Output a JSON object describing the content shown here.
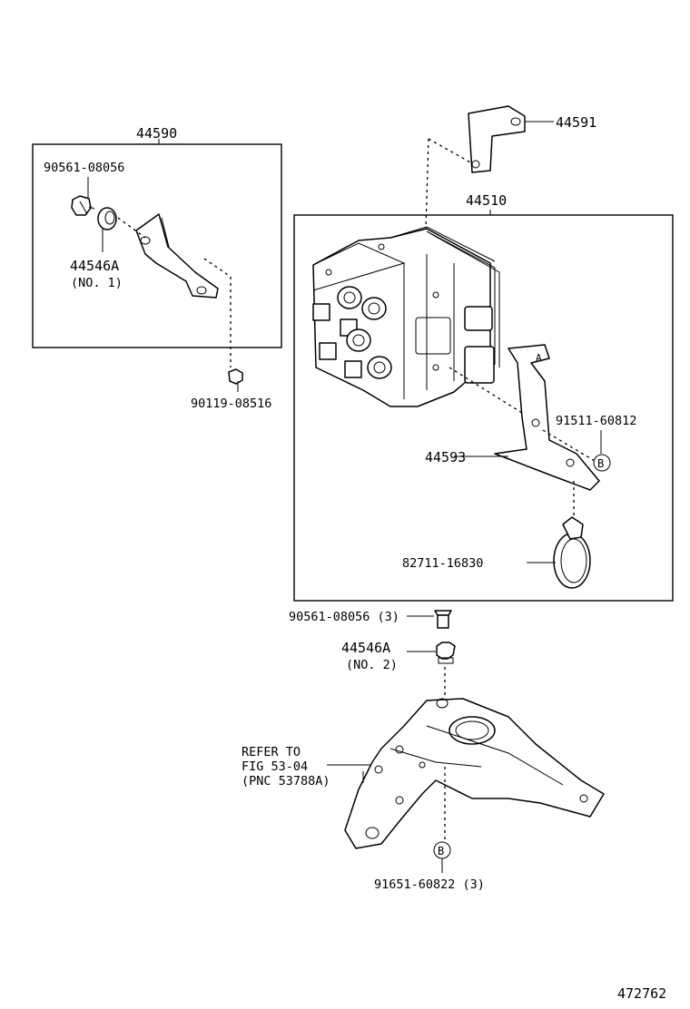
{
  "labels": {
    "assy_44590": "44590",
    "bolt_90561_top": "90561-08056",
    "cushion_no1_a": "44546A",
    "cushion_no1_b": "(NO. 1)",
    "bolt_90119": "90119-08516",
    "bracket_44591": "44591",
    "actuator_44510": "44510",
    "bolt_91511": "91511-60812",
    "bracket_44593": "44593",
    "clamp_82711": "82711-16830",
    "bolt_90561_bottom": "90561-08056 (3)",
    "cushion_no2_a": "44546A",
    "cushion_no2_b": "(NO. 2)",
    "refer_line1": "REFER TO",
    "refer_line2": "FIG 53-04",
    "refer_line3": "(PNC 53788A)",
    "bolt_91651": "91651-60822 (3)",
    "callout_b": "B",
    "callout_a": "A",
    "diagram_number": "472762"
  }
}
